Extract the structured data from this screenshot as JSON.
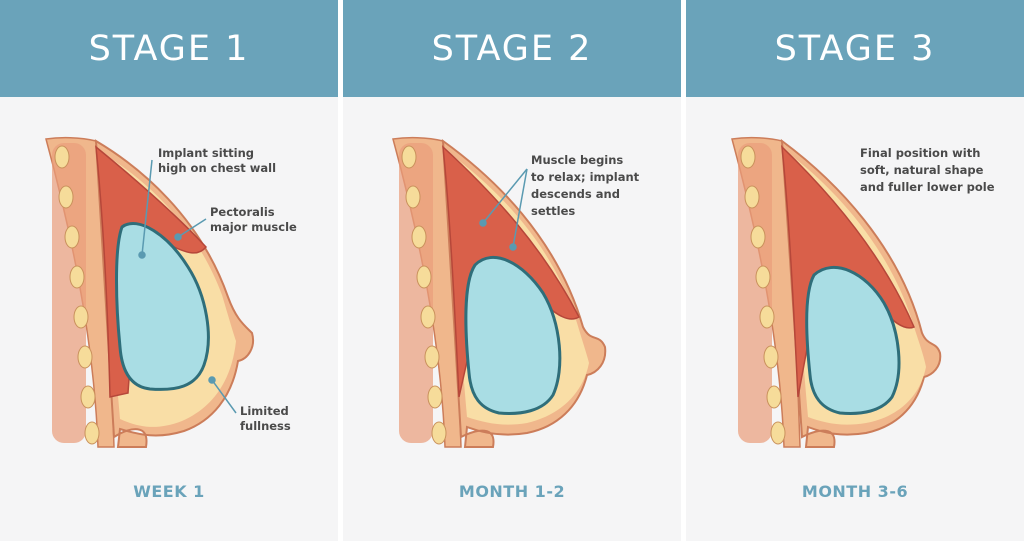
{
  "stages": [
    {
      "title": "STAGE 1",
      "time": "WEEK 1",
      "notes": [
        [
          "Implant sitting",
          "high on chest wall"
        ],
        [
          "Pectoralis",
          "major muscle"
        ],
        [
          "Limited",
          "fullness"
        ]
      ]
    },
    {
      "title": "STAGE 2",
      "time": "MONTH 1-2",
      "notes": [
        [
          "Muscle begins",
          "to relax; implant",
          "descends and",
          "settles"
        ]
      ]
    },
    {
      "title": "STAGE 3",
      "time": "MONTH 3-6",
      "notes": [
        [
          "Final position with",
          "soft, natural shape",
          "and fuller lower pole"
        ]
      ]
    }
  ],
  "colors": {
    "banner": "#6aa3ba",
    "panel_bg": "#f5f5f6",
    "skin": "#f0b78c",
    "fat": "#f9dea6",
    "muscle": "#d9604a",
    "implant": "#a9dde4",
    "implant_outline": "#2f6e7a",
    "rib": "#f6dc9a",
    "leader": "#5a9ab1"
  }
}
